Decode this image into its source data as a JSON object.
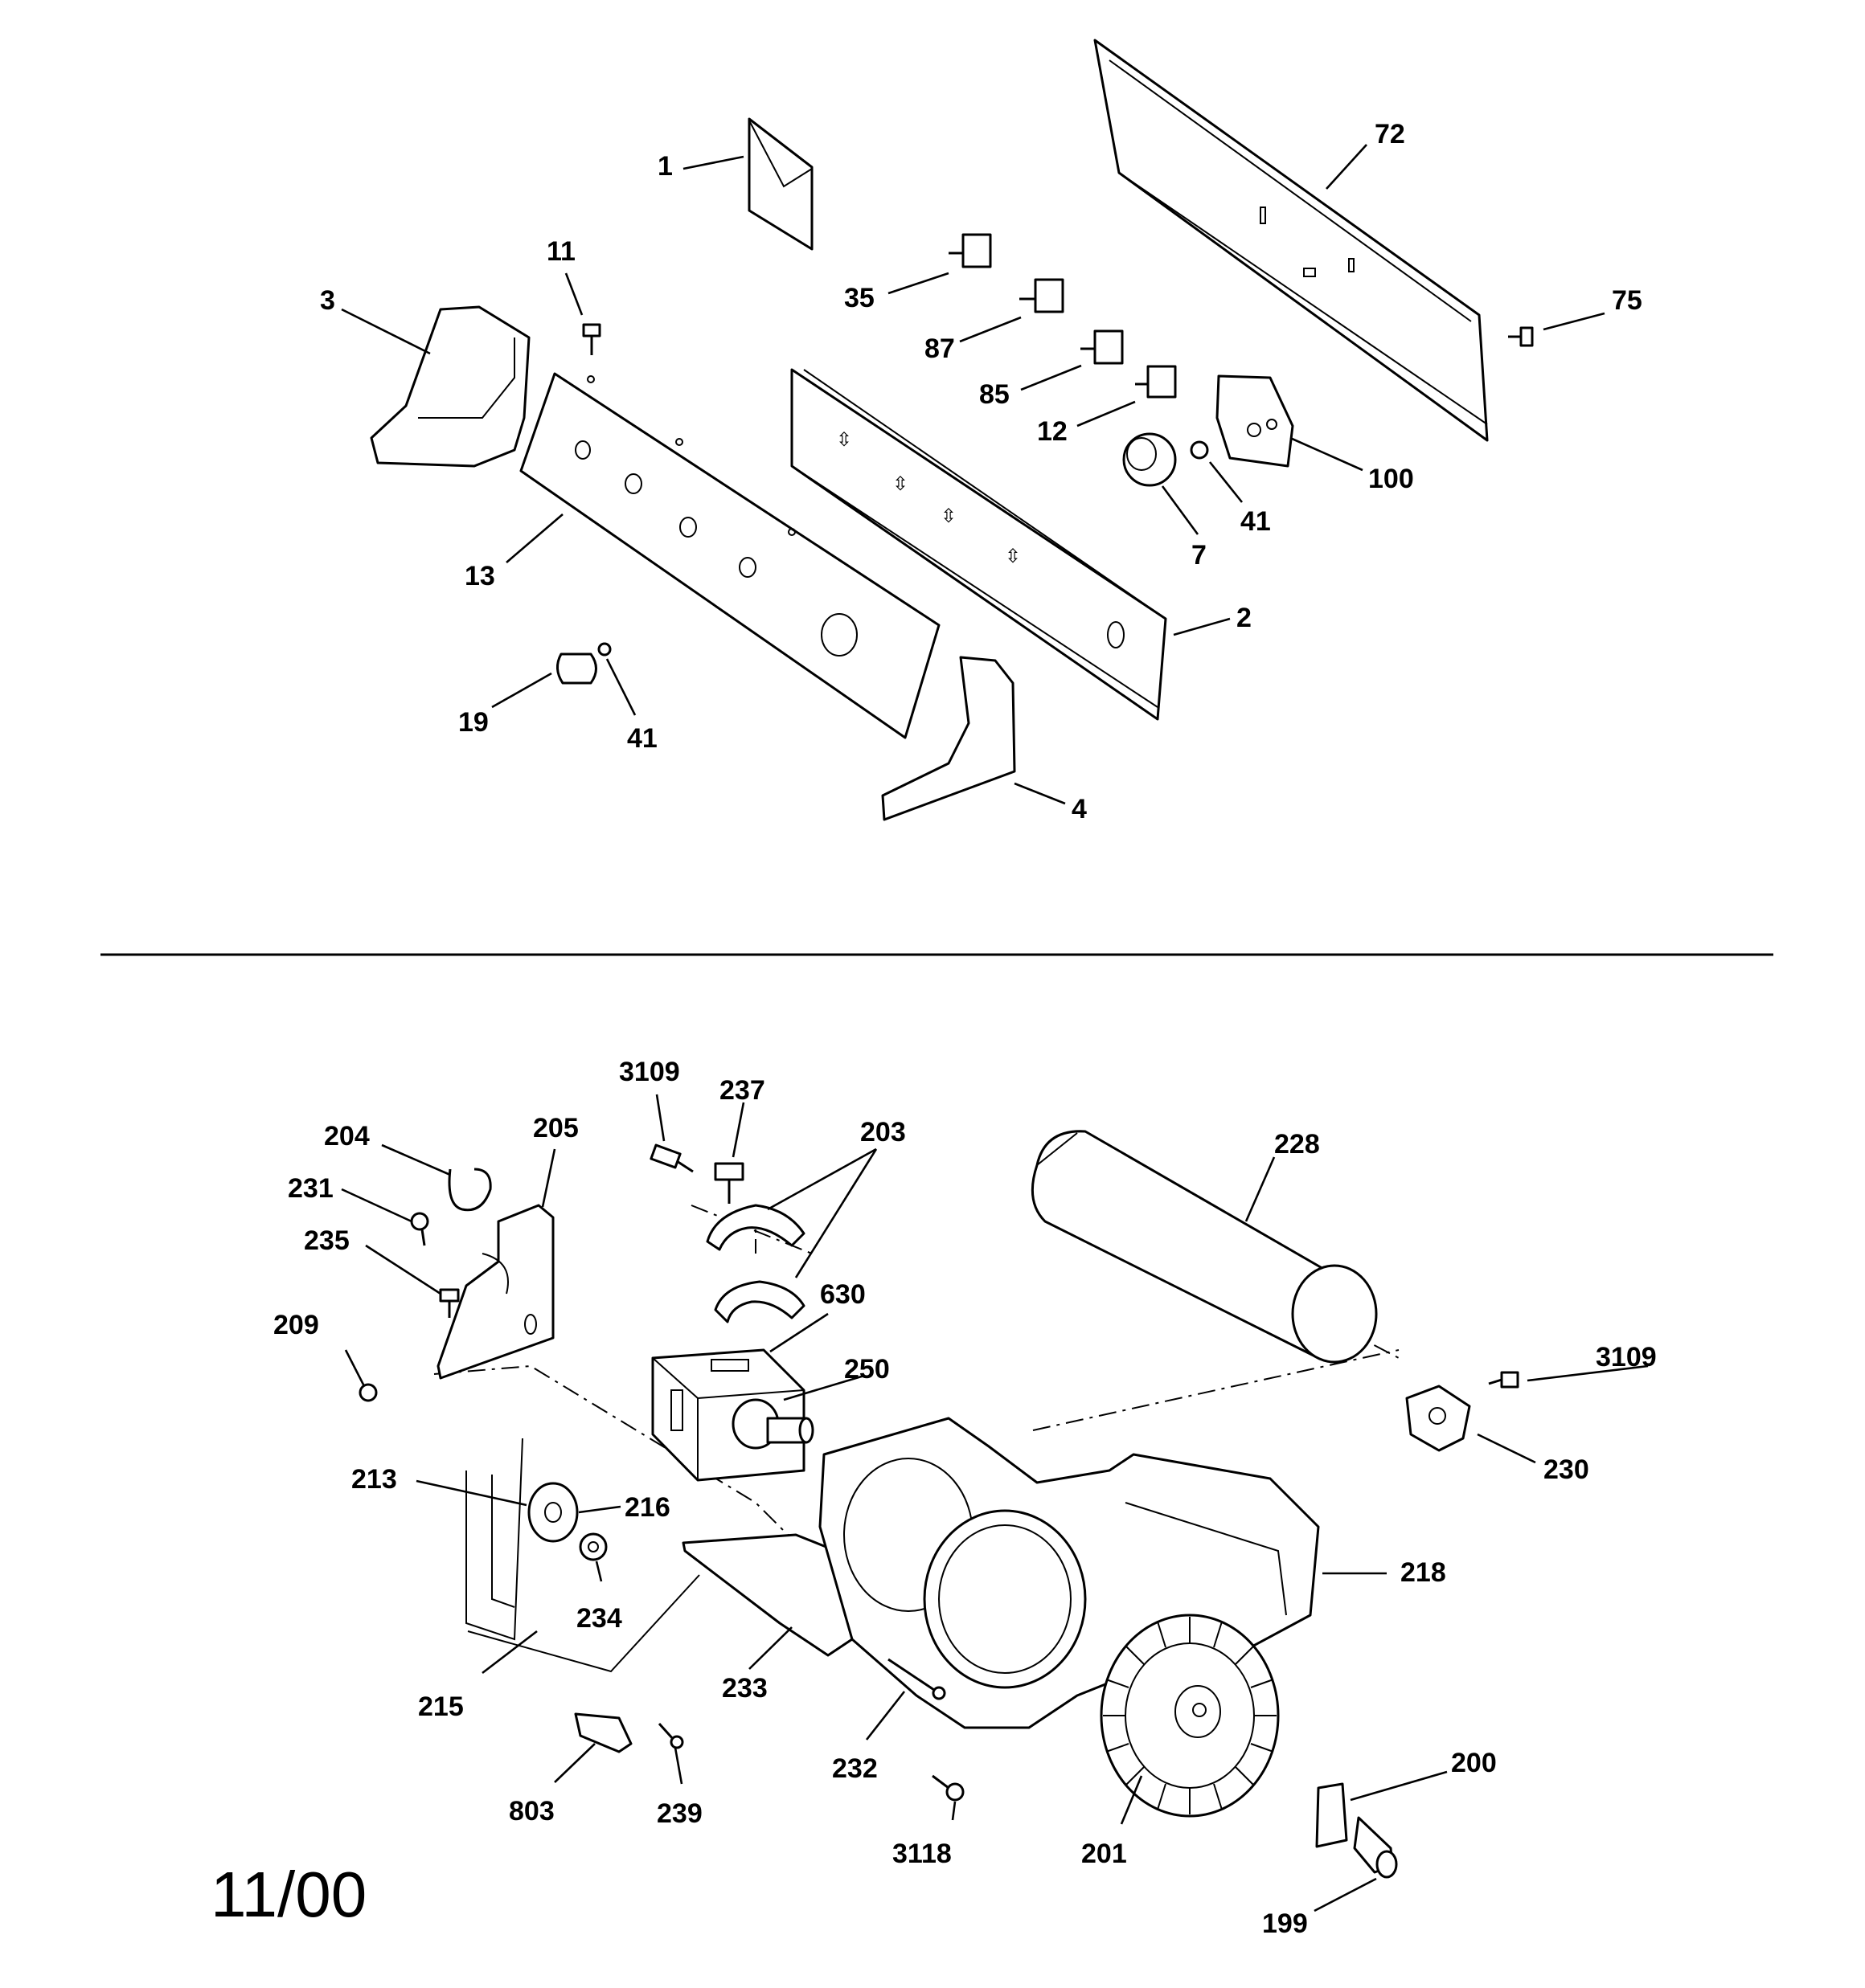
{
  "date_code": "11/00",
  "upper_section": {
    "labels": [
      "1",
      "72",
      "11",
      "3",
      "35",
      "75",
      "87",
      "85",
      "12",
      "100",
      "41",
      "7",
      "13",
      "2",
      "19",
      "41",
      "4"
    ]
  },
  "lower_section": {
    "labels": [
      "3109",
      "237",
      "203",
      "205",
      "204",
      "228",
      "231",
      "235",
      "630",
      "209",
      "250",
      "3109",
      "230",
      "213",
      "216",
      "218",
      "234",
      "215",
      "233",
      "232",
      "803",
      "239",
      "200",
      "3118",
      "201",
      "199"
    ]
  }
}
